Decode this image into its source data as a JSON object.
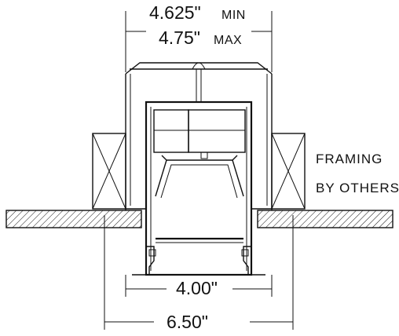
{
  "dimensions": {
    "top_min_value": "4.625\"",
    "top_min_unit": "MIN",
    "top_max_value": "4.75\"",
    "top_max_unit": "MAX",
    "aperture": "4.00\"",
    "cutout": "6.50\""
  },
  "note": {
    "line1": "FRAMING",
    "line2": "BY OTHERS"
  },
  "colors": {
    "line": "#111111",
    "background": "#ffffff"
  }
}
